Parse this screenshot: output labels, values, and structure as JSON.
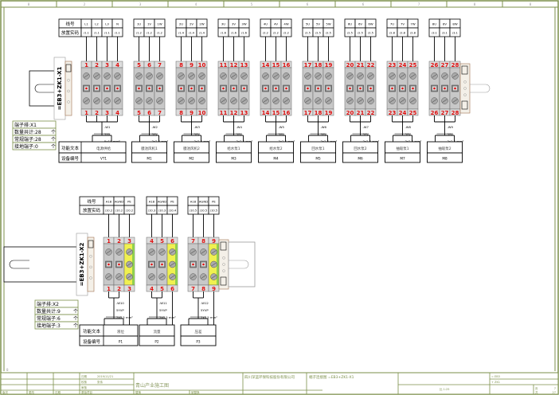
{
  "frame": {
    "border_color": "#7b8f4a",
    "zone_labels": [
      "8",
      "2",
      "3",
      "4",
      "5",
      "6",
      "6",
      "7",
      "8",
      "8"
    ],
    "row_labels": [
      "8"
    ]
  },
  "labels": {
    "wire_no": "线号",
    "position_code": "放置实码",
    "function_text": "功能文本",
    "device_no": "设备编号"
  },
  "strip1": {
    "name": "=EB3+ZK1-X1",
    "info": {
      "title": "端子排:X1",
      "total": "数量共计:28",
      "normal": "常规端子:28",
      "ground": "接地端子:0",
      "unit": "个"
    },
    "groups": [
      {
        "wires": [
          "L1",
          "L2",
          "L3",
          "N"
        ],
        "codes": [
          "/1.1",
          "/1.1",
          "/1.1",
          "/1.1"
        ],
        "terms": [
          "1",
          "2",
          "3",
          "4"
        ],
        "cable": [
          "-W1",
          "5YV",
          "5x10 mm²"
        ],
        "func": "电源供给",
        "dev": "VT1",
        "head": true
      },
      {
        "wires": [
          "1U",
          "1V",
          "1W"
        ],
        "codes": [
          "/1.2",
          "/1.2",
          "/1.2"
        ],
        "terms": [
          "5",
          "6",
          "7"
        ],
        "cable": [
          "-W2",
          "5YV",
          "3x2.5 mm²"
        ],
        "func": "膜池风机1",
        "dev": "M1"
      },
      {
        "wires": [
          "2U",
          "2V",
          "2W"
        ],
        "codes": [
          "/1.4",
          "/1.4",
          "/1.4"
        ],
        "terms": [
          "8",
          "9",
          "10"
        ],
        "cable": [
          "-W3",
          "5YV",
          "3x2.5 mm²"
        ],
        "func": "膜池风机2",
        "dev": "M2"
      },
      {
        "wires": [
          "3U",
          "3V",
          "3W"
        ],
        "codes": [
          "/1.6",
          "/1.6",
          "/1.6"
        ],
        "terms": [
          "11",
          "12",
          "13"
        ],
        "cable": [
          "-W4",
          "5YV",
          "3x2.5 mm²"
        ],
        "func": "给水泵1",
        "dev": "M3"
      },
      {
        "wires": [
          "4U",
          "4V",
          "4W"
        ],
        "codes": [
          "/2.2",
          "/2.2",
          "/2.2"
        ],
        "terms": [
          "14",
          "15",
          "16"
        ],
        "cable": [
          "-W5",
          "5YV",
          "3x2.5 mm²"
        ],
        "func": "给水泵2",
        "dev": "M4"
      },
      {
        "wires": [
          "5U",
          "5V",
          "5W"
        ],
        "codes": [
          "/2.5",
          "/2.5",
          "/2.5"
        ],
        "terms": [
          "17",
          "18",
          "19"
        ],
        "cable": [
          "-W6",
          "5YV",
          "3x2.5 mm²"
        ],
        "func": "回水泵1",
        "dev": "M5"
      },
      {
        "wires": [
          "6U",
          "6V",
          "6W"
        ],
        "codes": [
          "/2.5",
          "/2.5",
          "/2.5"
        ],
        "terms": [
          "20",
          "21",
          "22"
        ],
        "cable": [
          "-W7",
          "5YV",
          "3x2.5 mm²"
        ],
        "func": "回水泵2",
        "dev": "M6"
      },
      {
        "wires": [
          "7U",
          "7V",
          "7W"
        ],
        "codes": [
          "/2.8",
          "/2.8",
          "/2.8"
        ],
        "terms": [
          "23",
          "24",
          "25"
        ],
        "cable": [
          "-W8",
          "5YV",
          "3x2.5 mm²"
        ],
        "func": "抽吸泵1",
        "dev": "M7"
      },
      {
        "wires": [
          "8U",
          "8V",
          "8W"
        ],
        "codes": [
          "/3.1",
          "/3.1",
          "/3.1"
        ],
        "terms": [
          "26",
          "27",
          "28"
        ],
        "cable": [
          "-W9",
          "5YV",
          "3x2.5 mm²"
        ],
        "func": "抽吸泵2",
        "dev": "M8"
      }
    ]
  },
  "strip2": {
    "name": "=EB3+ZK1-X2",
    "info": {
      "title": "端子排:X2",
      "total": "数量共计:9",
      "normal": "常规端子:6",
      "ground": "接地端子:3",
      "unit": "个"
    },
    "groups": [
      {
        "wires": [
          "A18",
          "AGND",
          "PE"
        ],
        "codes": [
          "/10.2",
          "/10.2",
          "/10.2"
        ],
        "terms": [
          "1",
          "2",
          "3"
        ],
        "cable": [
          "-W10",
          "5YVP",
          "2x0.5 mm²"
        ],
        "func": "液位",
        "dev": "P1",
        "head": true
      },
      {
        "wires": [
          "A18",
          "AGND",
          "PE"
        ],
        "codes": [
          "/10.3",
          "/10.3",
          "/10.4"
        ],
        "terms": [
          "4",
          "5",
          "6"
        ],
        "cable": [
          "-W11",
          "5YVP",
          "2x0.5 mm²"
        ],
        "func": "流量",
        "dev": "P2"
      },
      {
        "wires": [
          "A18",
          "AGND",
          "PE"
        ],
        "codes": [
          "/10.5",
          "/10.5",
          "/10.5"
        ],
        "terms": [
          "7",
          "8",
          "9"
        ],
        "cable": [
          "-W12",
          "5YVP",
          "2x0.5 mm²"
        ],
        "func": "压差",
        "dev": "P3"
      }
    ]
  },
  "title_block": {
    "date_label": "日期",
    "date": "2019/11/21",
    "check_label": "校核",
    "checker": "张伟",
    "approve_label": "审核",
    "project": "青山产业施工图",
    "company": "四川深蓝环保科技股份有限公司",
    "drawing": "端子连接图 =EB3+ZK1-X1",
    "rev_label": "版次",
    "change_label": "更改",
    "date2_label": "日期",
    "name_label": "名称",
    "orig_label": "原始项目",
    "replace_label": "替换",
    "replaced_label": "被替换",
    "eq_label": "= EB3",
    "loc_label": "+ ZK1",
    "page_label": "页",
    "page": "7",
    "total_label": "共",
    "total_pages": "27",
    "scale": "比 1:25"
  },
  "colors": {
    "terminal_gray": "#c8c8c8",
    "terminal_num": "#e01010",
    "ground_yellow": "#f0f050",
    "ground_green": "#90d050",
    "line": "#000000"
  }
}
